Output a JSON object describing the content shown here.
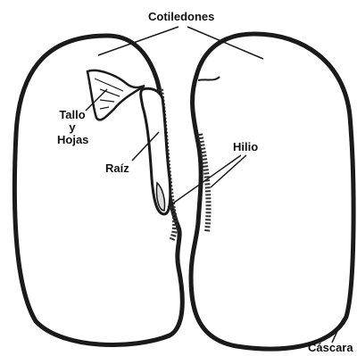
{
  "labels": {
    "cotiledones": "Cotiledones",
    "tallo_line1": "Tallo",
    "tallo_line2": "y",
    "tallo_line3": "Hojas",
    "raiz": "Raíz",
    "hilio": "Hilio",
    "cascara": "Cáscara"
  },
  "colors": {
    "outline": "#1a1a1a",
    "fill": "#ffffff"
  }
}
